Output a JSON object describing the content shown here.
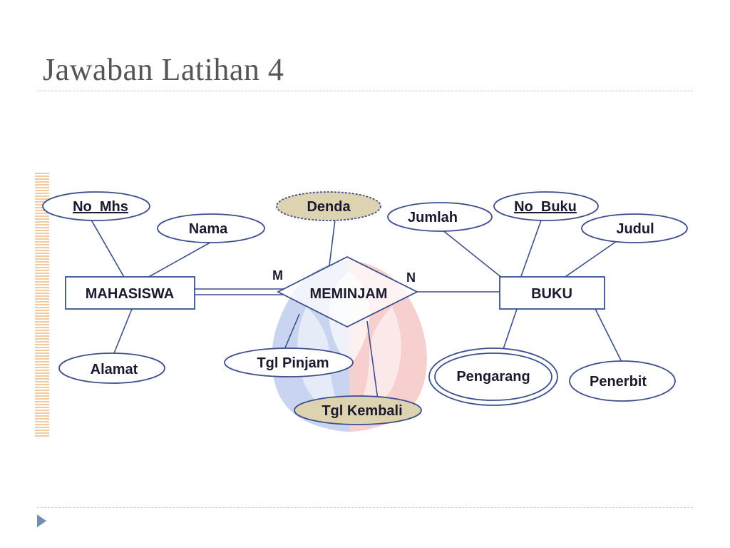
{
  "slide": {
    "title": "Jawaban Latihan 4"
  },
  "diagram": {
    "entities": {
      "mahasiswa": "MAHASISWA",
      "buku": "BUKU"
    },
    "relationship": {
      "meminjam": "MEMINJAM",
      "card_left": "M",
      "card_right": "N"
    },
    "attributes": {
      "no_mhs": "No  Mhs",
      "nama": "Nama",
      "alamat": "Alamat",
      "denda": "Denda",
      "tgl_pinjam": "Tgl Pinjam",
      "tgl_kembali": "Tgl Kembali",
      "jumlah": "Jumlah",
      "no_buku": "No  Buku",
      "judul": "Judul",
      "pengarang": "Pengarang",
      "penerbit": "Penerbit"
    },
    "colors": {
      "line": "#3d4f8c",
      "derived_fill": "#ddd3b0",
      "watermark_blue": "#9db2e6",
      "watermark_red": "#f2a9a9"
    }
  }
}
